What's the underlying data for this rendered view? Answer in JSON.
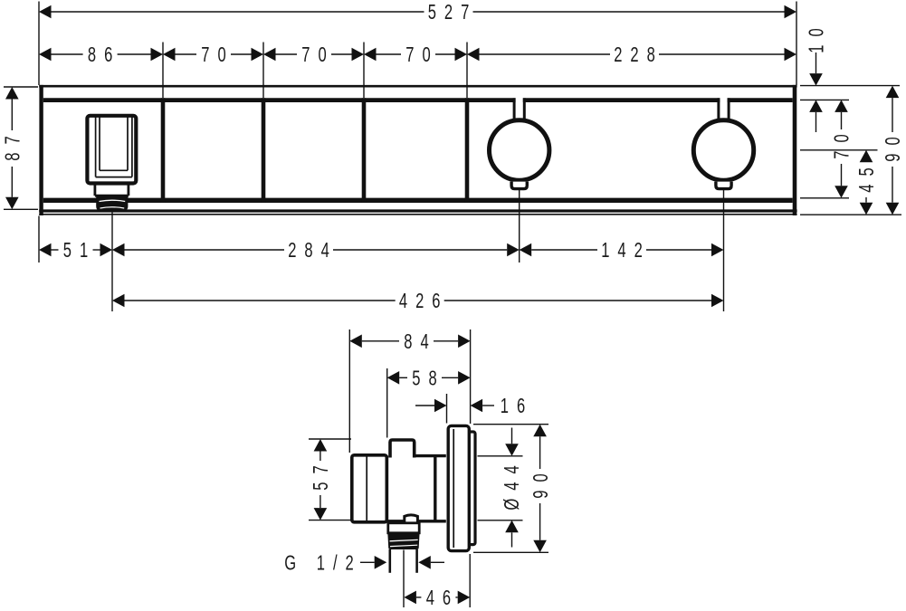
{
  "front_view": {
    "width_total": "527",
    "segments": {
      "s1": "86",
      "s2": "70",
      "s3": "70",
      "s4": "70",
      "s5": "228"
    },
    "height_left": "87",
    "inset_top": "10",
    "handle_height": "70",
    "handle_offset_bottom": "45",
    "height_right": "90",
    "outlet_offset_left": "51",
    "outlet_to_handle1": "284",
    "handle1_to_handle2": "142",
    "outlet_to_handle2": "426"
  },
  "side_view": {
    "depth_total": "84",
    "depth_front": "58",
    "plate_depth": "16",
    "body_height": "57",
    "knob_diameter": "Ø44",
    "plate_height": "90",
    "thread": "G 1/2",
    "outlet_to_wall": "46"
  },
  "colors": {
    "ink": "#111111",
    "background": "#ffffff"
  }
}
